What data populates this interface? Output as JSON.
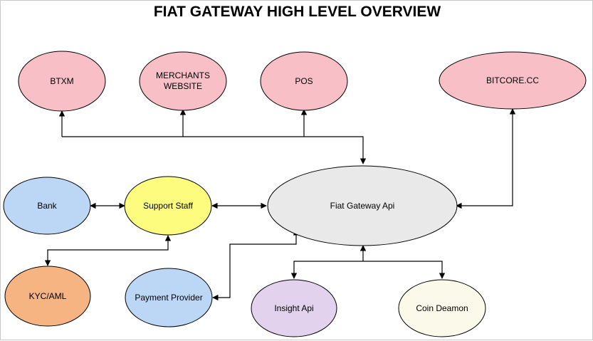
{
  "title": "FIAT GATEWAY HIGH LEVEL OVERVIEW",
  "colors": {
    "pink_fill": "#f8c0c6",
    "blue_fill": "#bcd6f5",
    "yellow_fill": "#fdfc7e",
    "orange_fill": "#f6b482",
    "grey_fill": "#e9e9e9",
    "purple_fill": "#e2d2ee",
    "cream_fill": "#fbf9ea",
    "stroke": "#000000"
  },
  "nodes": {
    "btxm": {
      "label": "BTXM"
    },
    "merchants": {
      "label_lines": [
        "MERCHANTS",
        "WEBSITE"
      ]
    },
    "pos": {
      "label": "POS"
    },
    "bitcore": {
      "label": "BITCORE.CC"
    },
    "bank": {
      "label": "Bank"
    },
    "support_staff": {
      "label": "Support Staff"
    },
    "fiat_gateway": {
      "label": "Fiat Gateway Api"
    },
    "kyc": {
      "label": "KYC/AML"
    },
    "payment_provider": {
      "label": "Payment Provider"
    },
    "insight": {
      "label": "Insight Api"
    },
    "coin_deamon": {
      "label": "Coin Deamon"
    }
  }
}
